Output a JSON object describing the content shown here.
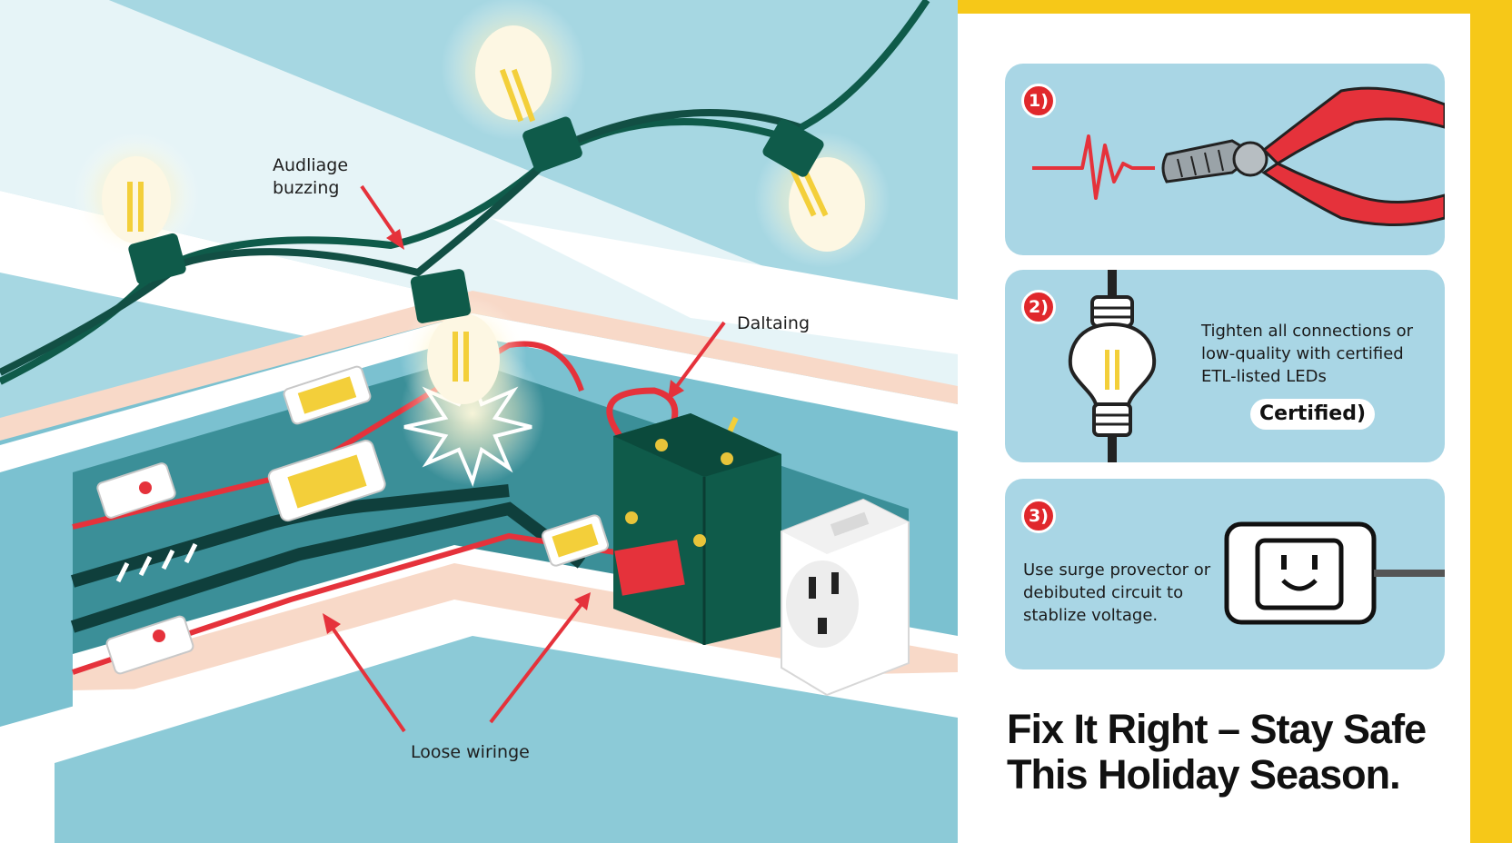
{
  "scene": {
    "callouts": {
      "buzzing": "Audliage buzzing",
      "dalting": "Daltaing",
      "loose_wiring": "Loose wiringe"
    },
    "icons": [
      "string-lights-icon",
      "spark-icon",
      "junction-box-icon",
      "wall-outlet-icon",
      "arrow-icon"
    ]
  },
  "panel": {
    "steps": [
      {
        "badge": "1)",
        "icons": [
          "voltage-wave-icon",
          "pliers-icon"
        ]
      },
      {
        "badge": "2)",
        "text": "Tighten all connections or low-quality with certified ETL-listed LEDs",
        "pill": "Certified)",
        "icons": [
          "led-bulb-icon"
        ]
      },
      {
        "badge": "3)",
        "text": "Use surge provector or debibuted circuit to stablize voltage.",
        "icons": [
          "surge-protector-icon"
        ]
      }
    ],
    "headline": "Fix It Right – Stay Safe This Holiday Season."
  },
  "colors": {
    "accent_yellow": "#f6c818",
    "card_blue": "#a9d6e5",
    "badge_red": "#e0282c",
    "wire_red": "#e5323b",
    "wire_green": "#0f5b4a",
    "bulb_yellow": "#f3cf3a"
  }
}
